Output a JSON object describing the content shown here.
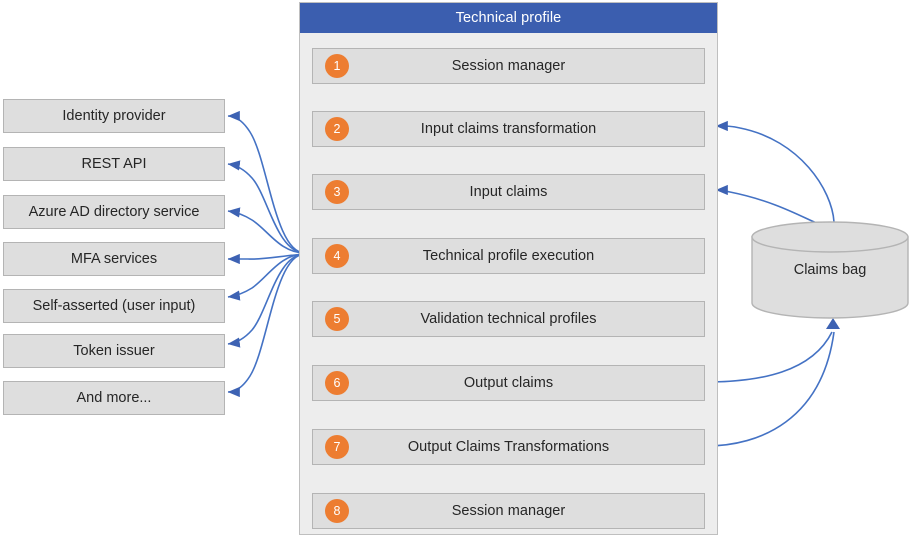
{
  "panel": {
    "title": "Technical profile",
    "accent_color": "#3B5EAF",
    "badge_color": "#ED7D31",
    "box_fill": "#DEDEDE",
    "panel_fill": "#EDEDED",
    "arrow_color": "#4472C4",
    "steps": [
      {
        "number": "1",
        "label": "Session manager"
      },
      {
        "number": "2",
        "label": "Input claims transformation"
      },
      {
        "number": "3",
        "label": "Input claims"
      },
      {
        "number": "4",
        "label": "Technical profile execution"
      },
      {
        "number": "5",
        "label": "Validation technical profiles"
      },
      {
        "number": "6",
        "label": "Output claims"
      },
      {
        "number": "7",
        "label": "Output Claims Transformations"
      },
      {
        "number": "8",
        "label": "Session manager"
      }
    ]
  },
  "sources": {
    "items": [
      {
        "label": "Identity provider"
      },
      {
        "label": "REST API"
      },
      {
        "label": "Azure AD directory service"
      },
      {
        "label": "MFA services"
      },
      {
        "label": "Self-asserted (user input)"
      },
      {
        "label": "Token issuer"
      },
      {
        "label": "And more..."
      }
    ]
  },
  "store": {
    "label": "Claims bag",
    "fill": "#DEDEDE",
    "stroke": "#B4B4B4"
  }
}
